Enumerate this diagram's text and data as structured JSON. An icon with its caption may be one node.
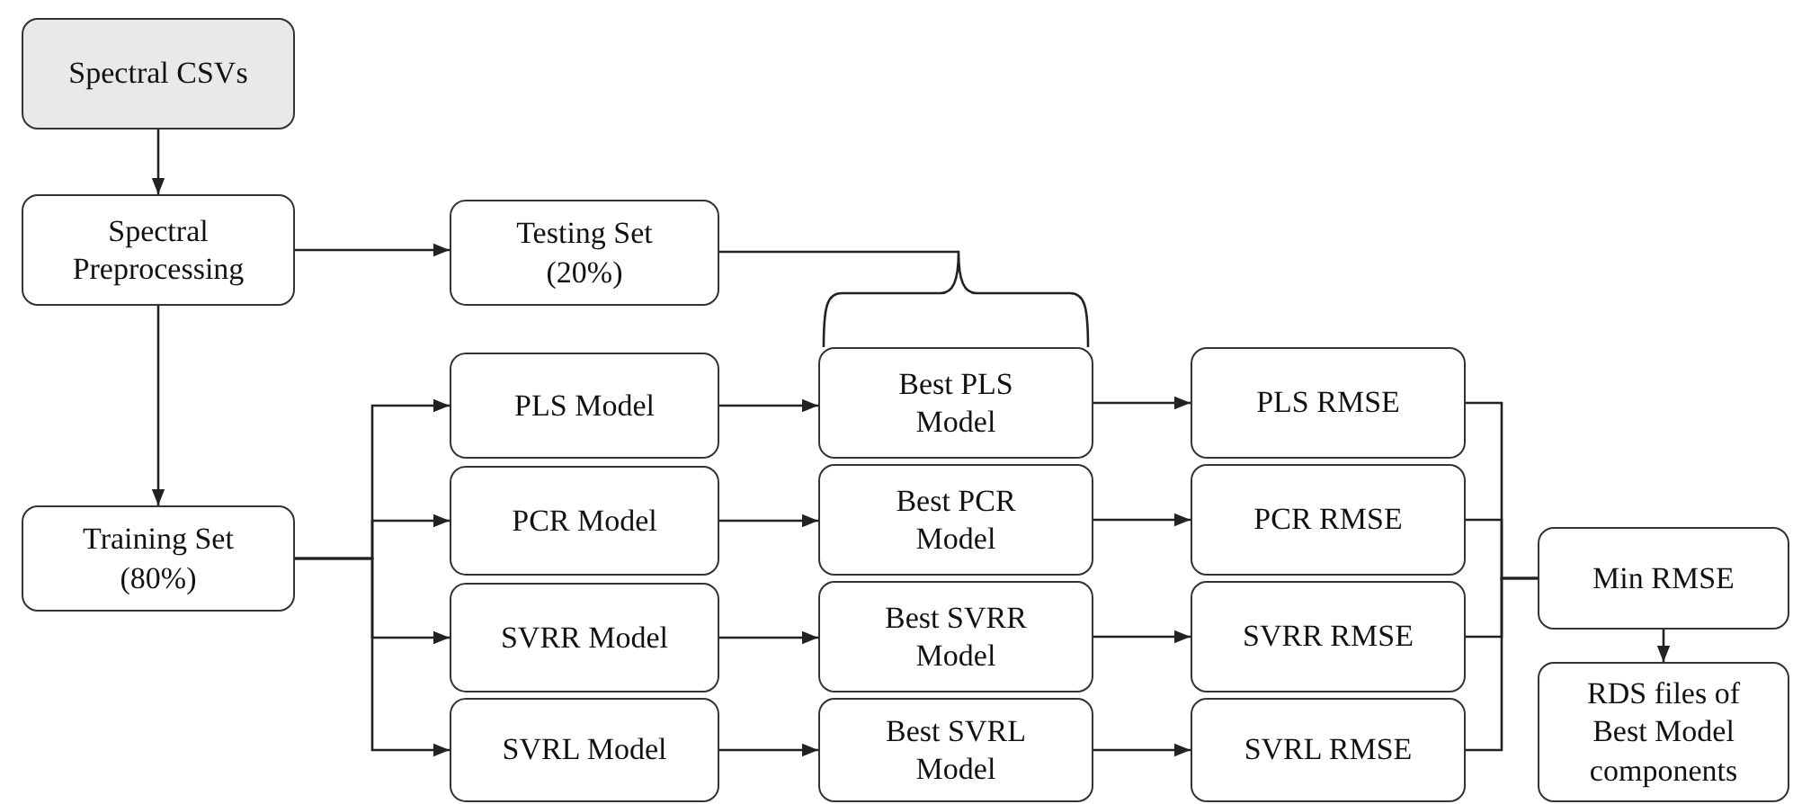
{
  "diagram": {
    "nodes": [
      {
        "text": [
          "Spectral CSVs"
        ]
      },
      {
        "text": [
          "Spectral Preprocessing"
        ]
      },
      {
        "text": [
          "Testing Set (20%)"
        ]
      },
      {
        "text": [
          "Training Set (80%)"
        ]
      },
      {
        "text": [
          "PLS Model"
        ]
      },
      {
        "text": [
          "PCR Model"
        ]
      },
      {
        "text": [
          "SVRR Model"
        ]
      },
      {
        "text": [
          "SVRL Model"
        ]
      },
      {
        "text": [
          "Best PLS Model"
        ]
      },
      {
        "text": [
          "Best PCR Model"
        ]
      },
      {
        "text": [
          "Best SVRR Model"
        ]
      },
      {
        "text": [
          "Best SVRL Model"
        ]
      },
      {
        "text": [
          "PLS RMSE"
        ]
      },
      {
        "text": [
          "PCR RMSE"
        ]
      },
      {
        "text": [
          "SVRR RMSE"
        ]
      },
      {
        "text": [
          "SVRL RMSE"
        ]
      },
      {
        "text": [
          "Min RMSE"
        ]
      },
      {
        "text": [
          "RDS files of Best Model components"
        ]
      }
    ],
    "edges": [
      {
        "from": 0,
        "to": 1,
        "arrow": "to"
      },
      {
        "from": 1,
        "to": 2,
        "arrow": "to"
      },
      {
        "from": 1,
        "to": 3,
        "arrow": "to"
      },
      {
        "from": 2,
        "to": 8,
        "arrow": "none"
      },
      {
        "from": 3,
        "to": 4,
        "arrow": "to"
      },
      {
        "from": 3,
        "to": 5,
        "arrow": "to"
      },
      {
        "from": 3,
        "to": 6,
        "arrow": "to"
      },
      {
        "from": 3,
        "to": 7,
        "arrow": "to"
      },
      {
        "from": 4,
        "to": 8,
        "arrow": "to"
      },
      {
        "from": 5,
        "to": 9,
        "arrow": "to"
      },
      {
        "from": 6,
        "to": 10,
        "arrow": "to"
      },
      {
        "from": 7,
        "to": 11,
        "arrow": "to"
      },
      {
        "from": 8,
        "to": 12,
        "arrow": "to"
      },
      {
        "from": 9,
        "to": 13,
        "arrow": "to"
      },
      {
        "from": 10,
        "to": 14,
        "arrow": "to"
      },
      {
        "from": 11,
        "to": 15,
        "arrow": "to"
      },
      {
        "from": 12,
        "to": 16,
        "arrow": "none"
      },
      {
        "from": 13,
        "to": 16,
        "arrow": "none"
      },
      {
        "from": 14,
        "to": 16,
        "arrow": "none"
      },
      {
        "from": 15,
        "to": 16,
        "arrow": "none"
      },
      {
        "from": 16,
        "to": 17,
        "arrow": "to"
      }
    ]
  }
}
